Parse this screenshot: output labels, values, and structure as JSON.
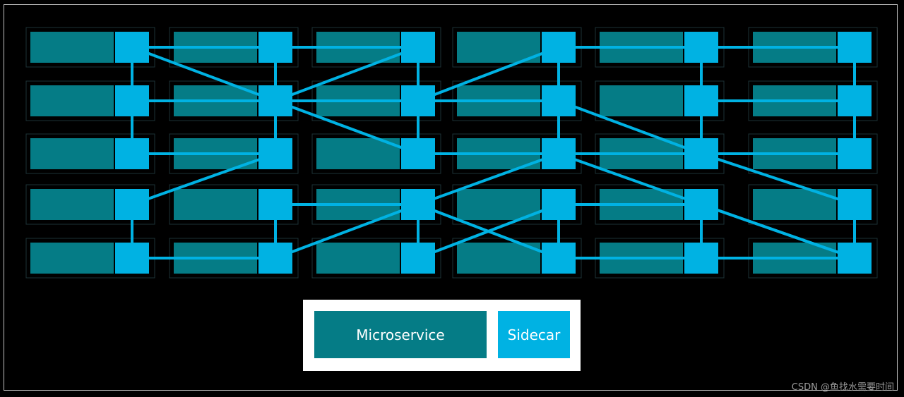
{
  "colors": {
    "microservice": "#057c86",
    "sidecar": "#00b2e3",
    "link": "#00b2e3",
    "pod_border": "#1d3236",
    "background": "#000000",
    "legend_bg": "#ffffff"
  },
  "grid": {
    "columns": 6,
    "rows": 5,
    "links": [
      [
        0,
        0,
        1,
        0
      ],
      [
        1,
        0,
        2,
        0
      ],
      [
        3,
        0,
        4,
        0
      ],
      [
        4,
        0,
        5,
        0
      ],
      [
        0,
        1,
        1,
        1
      ],
      [
        1,
        1,
        2,
        1
      ],
      [
        2,
        1,
        3,
        1
      ],
      [
        4,
        1,
        5,
        1
      ],
      [
        0,
        2,
        1,
        2
      ],
      [
        2,
        2,
        3,
        2
      ],
      [
        3,
        2,
        4,
        2
      ],
      [
        4,
        2,
        5,
        2
      ],
      [
        1,
        3,
        2,
        3
      ],
      [
        3,
        3,
        4,
        3
      ],
      [
        0,
        4,
        1,
        4
      ],
      [
        3,
        4,
        4,
        4
      ],
      [
        4,
        4,
        5,
        4
      ],
      [
        0,
        0,
        0,
        1
      ],
      [
        0,
        1,
        0,
        2
      ],
      [
        0,
        3,
        0,
        4
      ],
      [
        1,
        0,
        1,
        1
      ],
      [
        1,
        1,
        1,
        2
      ],
      [
        1,
        3,
        1,
        4
      ],
      [
        2,
        0,
        2,
        1
      ],
      [
        2,
        1,
        2,
        2
      ],
      [
        2,
        3,
        2,
        4
      ],
      [
        3,
        0,
        3,
        1
      ],
      [
        3,
        1,
        3,
        2
      ],
      [
        3,
        3,
        3,
        4
      ],
      [
        4,
        0,
        4,
        1
      ],
      [
        4,
        1,
        4,
        2
      ],
      [
        4,
        3,
        4,
        4
      ],
      [
        5,
        0,
        5,
        1
      ],
      [
        5,
        1,
        5,
        2
      ],
      [
        5,
        3,
        5,
        4
      ],
      [
        0,
        0,
        1,
        1
      ],
      [
        1,
        1,
        2,
        2
      ],
      [
        1,
        1,
        2,
        0
      ],
      [
        1,
        2,
        0,
        3
      ],
      [
        2,
        1,
        3,
        0
      ],
      [
        3,
        1,
        4,
        2
      ],
      [
        4,
        2,
        5,
        3
      ],
      [
        2,
        3,
        3,
        2
      ],
      [
        3,
        2,
        4,
        3
      ],
      [
        4,
        3,
        5,
        4
      ],
      [
        2,
        4,
        3,
        3
      ],
      [
        1,
        4,
        2,
        3
      ],
      [
        2,
        3,
        3,
        4
      ],
      [
        4,
        3,
        5,
        4
      ]
    ]
  },
  "legend": {
    "microservice_label": "Microservice",
    "sidecar_label": "Sidecar"
  },
  "watermark": "CSDN @鱼找水需要时间"
}
